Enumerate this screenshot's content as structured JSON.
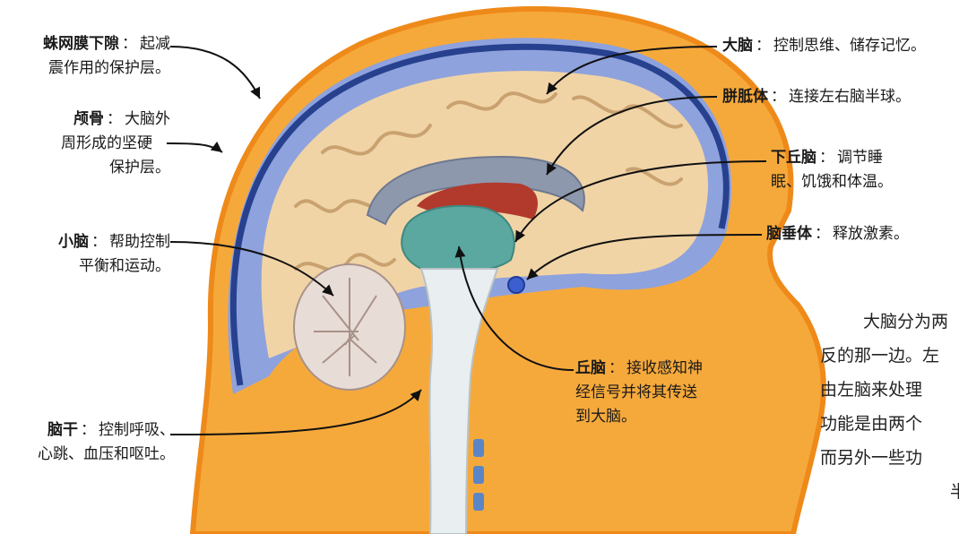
{
  "colors": {
    "skin": "#f6a93b",
    "skin_outline": "#ee8a1a",
    "meninges": "#8ea2dd",
    "skull_band": "#27418f",
    "brain_tissue": "#f1d4a6",
    "brain_gyri": "#c9a270",
    "corpus_callosum": "#8d98ad",
    "ventricle": "#b23a2c",
    "thalamus": "#5aa8a0",
    "brainstem": "#e9eef0",
    "cerebellum": "#e8dcd6",
    "pituitary": "#3c5fcf",
    "spine": "#5a86c8"
  },
  "labels": {
    "arachnoid": {
      "term": "蛛网膜下隙",
      "sep": "：",
      "lines": [
        "起减",
        "震作用的保护层。"
      ]
    },
    "skull": {
      "term": "颅骨",
      "sep": "：",
      "lines": [
        "大脑外",
        "周形成的坚硬",
        "保护层。"
      ]
    },
    "cerebellum": {
      "term": "小脑",
      "sep": "：",
      "lines": [
        "帮助控制",
        "平衡和运动。"
      ]
    },
    "brainstem": {
      "term": "脑干",
      "sep": "：",
      "lines": [
        "控制呼吸、",
        "心跳、血压和呕吐。"
      ]
    },
    "cerebrum": {
      "term": "大脑",
      "sep": "：",
      "lines": [
        "控制思维、储存记忆。"
      ]
    },
    "corpus_callosum": {
      "term": "胼胝体",
      "sep": "：",
      "lines": [
        "连接左右脑半球。"
      ]
    },
    "hypothalamus": {
      "term": "下丘脑",
      "sep": "：",
      "lines": [
        "调节睡",
        "眠、饥饿和体温。"
      ]
    },
    "pituitary": {
      "term": "脑垂体",
      "sep": "：",
      "lines": [
        "释放激素。"
      ]
    },
    "thalamus": {
      "term": "丘脑",
      "sep": "：",
      "lines": [
        "接收感知神",
        "经信号并将其传送",
        "到大脑。"
      ]
    }
  },
  "paragraph": {
    "lines": [
      "大脑分为两",
      "反的那一边。左",
      "由左脑来处理",
      "功能是由两个",
      "而另外一些功",
      "半"
    ]
  }
}
